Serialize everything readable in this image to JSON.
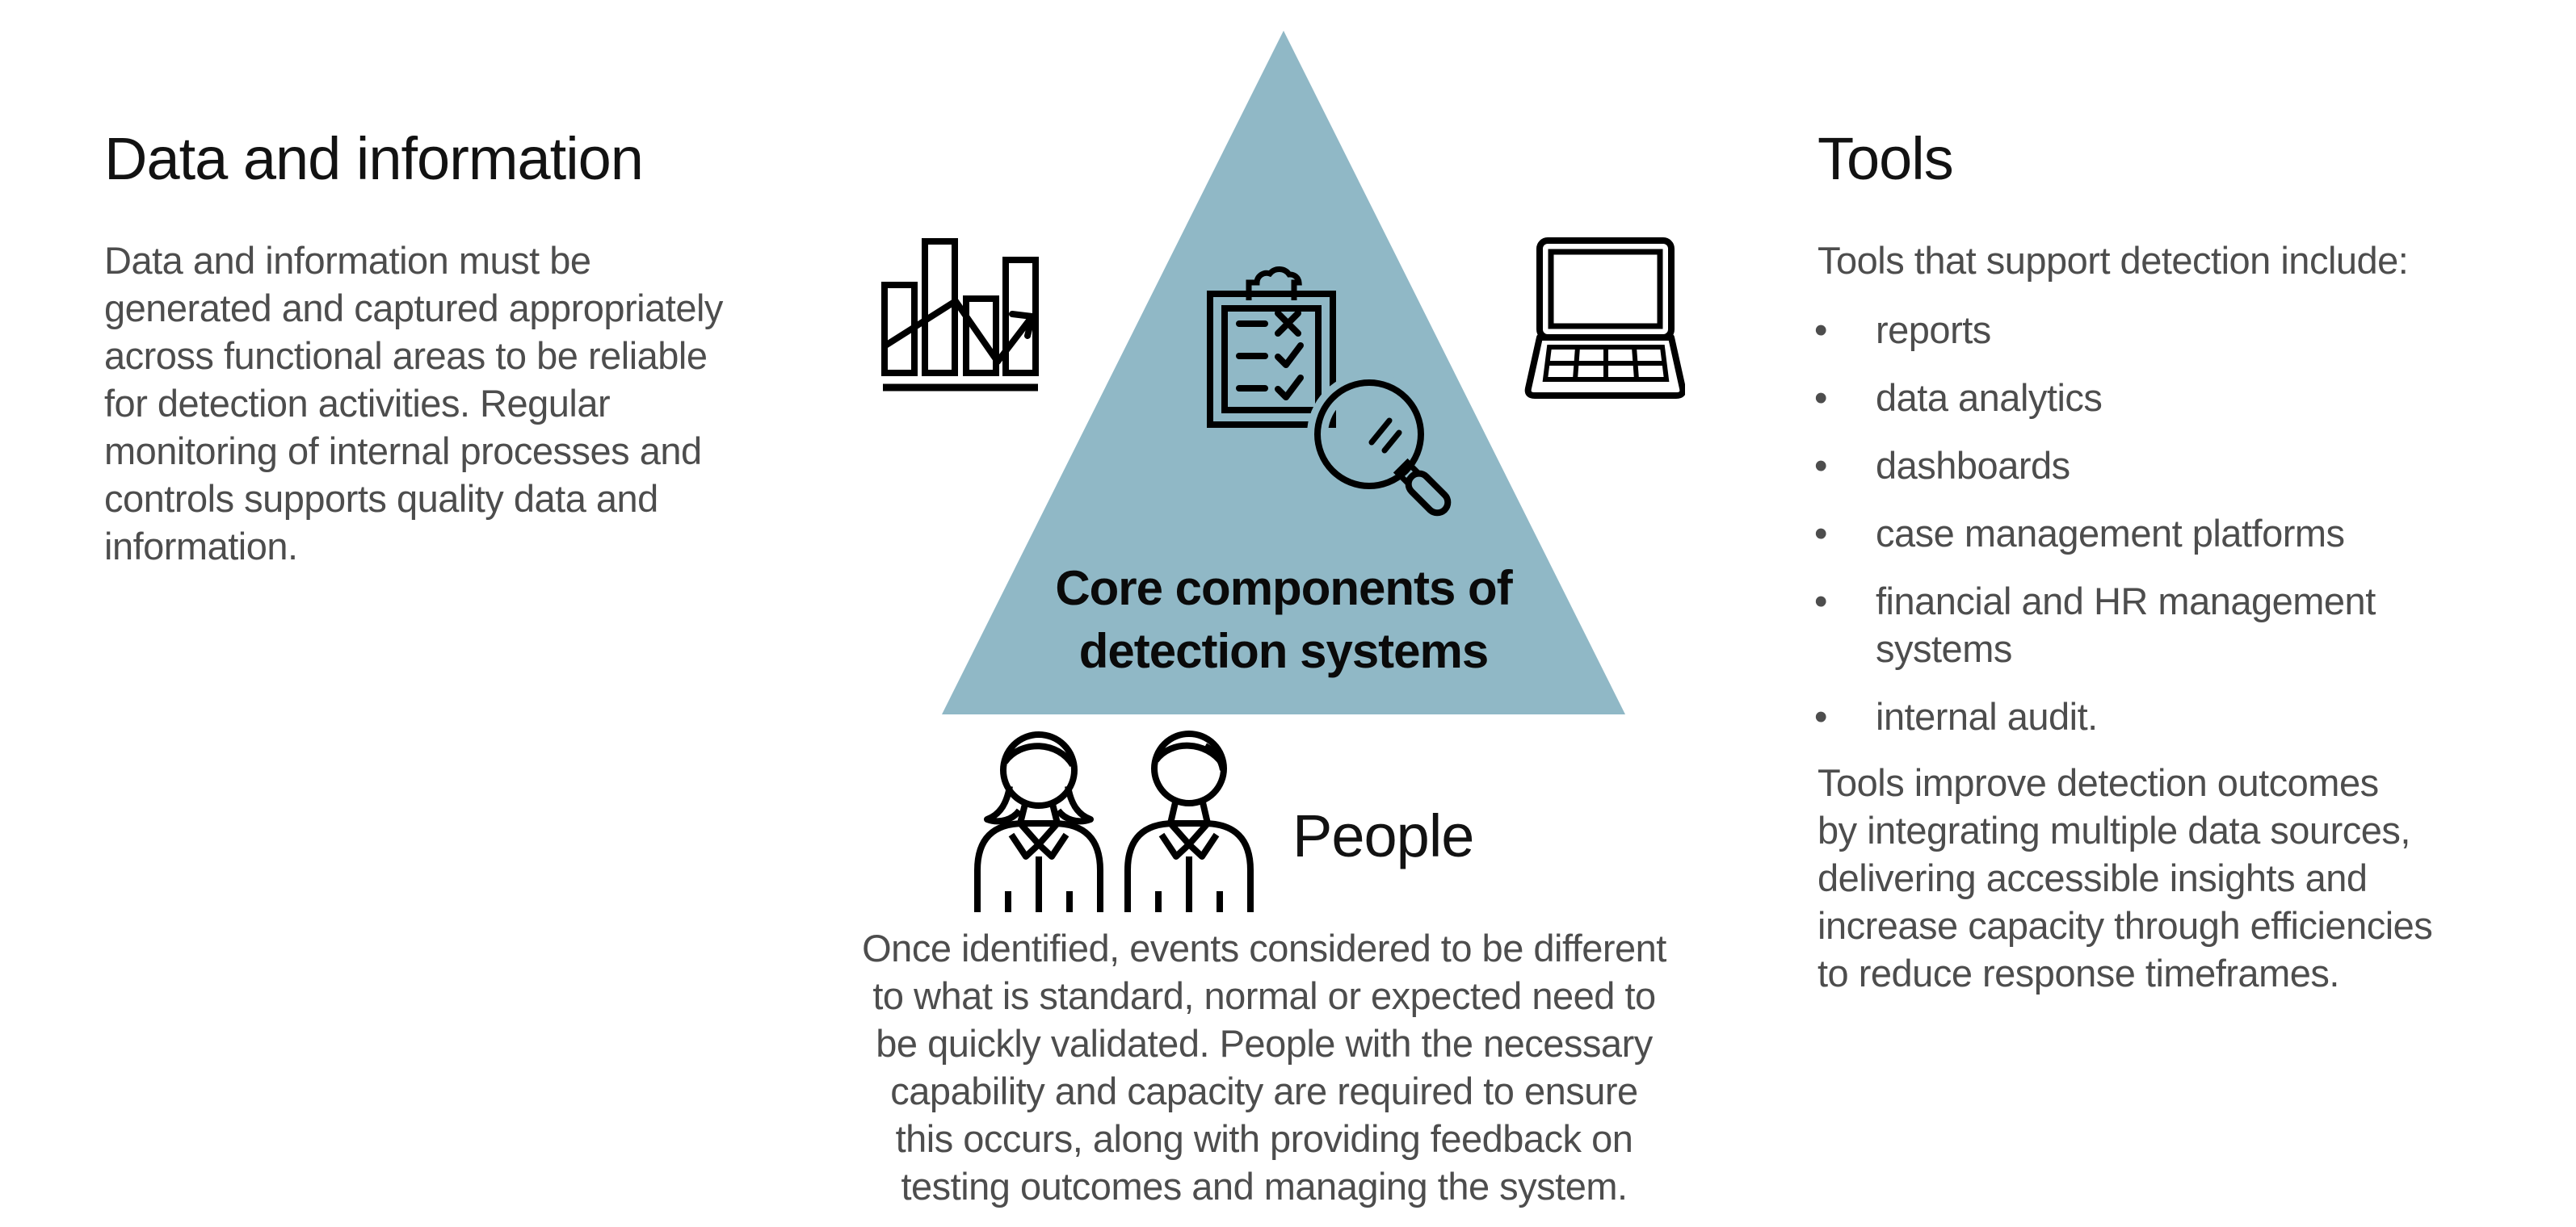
{
  "colors": {
    "background": "#ffffff",
    "triangle_fill": "#90b8c6",
    "heading_text": "#121212",
    "body_text": "#4d4d4d",
    "triangle_label_text": "#0a0a0a",
    "icon_stroke": "#000000"
  },
  "triangle": {
    "label_lines": [
      "Core components of",
      "detection systems"
    ]
  },
  "icons": {
    "bar_chart": "bar-chart-with-trend-arrow",
    "clipboard": "clipboard-checklist-with-magnifying-glass",
    "laptop": "laptop-computer",
    "people": "two-people-busts"
  },
  "data_section": {
    "heading": "Data and information",
    "paragraph_lines": [
      "Data and information must be",
      "generated and captured appropriately",
      "across functional areas to be reliable",
      "for detection activities. Regular",
      "monitoring of internal processes and",
      "controls supports quality data and",
      "information."
    ]
  },
  "tools_section": {
    "heading": "Tools",
    "intro": "Tools that support detection include:",
    "bullet_glyph": "•",
    "bullets": [
      "reports",
      "data analytics",
      "dashboards",
      "case management platforms",
      [
        "financial and HR management",
        "systems"
      ],
      "internal audit."
    ],
    "closing_lines": [
      "Tools improve detection outcomes",
      "by integrating multiple data sources,",
      "delivering accessible insights and",
      "increase capacity through efficiencies",
      "to reduce response timeframes."
    ]
  },
  "people_section": {
    "heading": "People",
    "paragraph_lines": [
      "Once identified, events considered to be different",
      "to what is standard, normal or expected need to",
      "be quickly validated. People with the necessary",
      "capability and capacity are required to ensure",
      "this occurs, along with providing feedback on",
      "testing outcomes and managing the system."
    ]
  }
}
